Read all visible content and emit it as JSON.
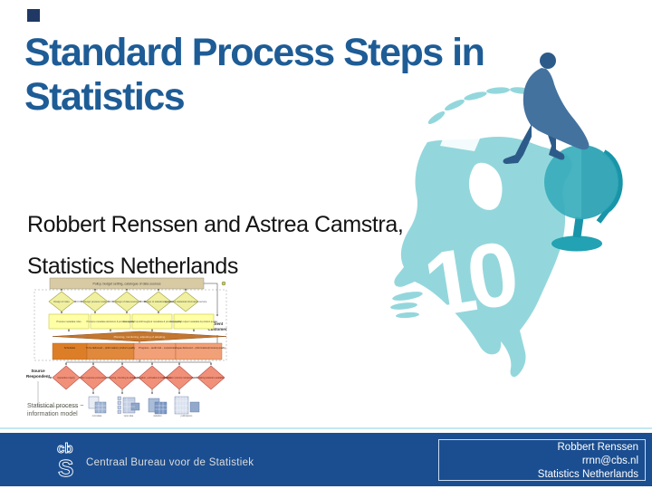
{
  "slide": {
    "title_line1": "Standard Process Steps in",
    "title_line2": "Statistics",
    "authors_line1": "Robbert Renssen and Astrea Camstra,",
    "authors_line2": "Statistics Netherlands",
    "slide_number": "10"
  },
  "flowchart": {
    "top_bar": "Policy, budget setting, catalogue of data sources",
    "client_label_1": "Client",
    "client_label_2": "Customer",
    "source_label_1": "Source",
    "source_label_2": "Respondent",
    "caption_line1": "Statistical process ~",
    "caption_line2": "information model",
    "design_diamonds": [
      "Design of rules",
      "Design process model",
      "Design of data sources",
      "Design of statistical product",
      "Agreement statistical information service"
    ],
    "metadata_boxes": [
      "Process metadata rules",
      "Process metadata decisions & process quality",
      "Conceptual input/throughput metadata & process quality",
      "Conceptual output metadata & product quality"
    ],
    "lens": "Planning, monitoring, adjusting of adapting",
    "bar_segments": [
      "Schedules",
      "To be delivered – (information) product quality",
      "Progress – audit trail – copies",
      "Catalogue delivered – (information/process) quality"
    ],
    "process_diamonds": [
      "Interactive inquiry",
      "After response processing",
      "Sorting, checking & editing",
      "Aggregation, estimation & integration",
      "Publication (micro) manipulation",
      "Making statistics available"
    ],
    "artifact_captions": [
      "microdata",
      "input data",
      "statistics",
      "publications"
    ]
  },
  "footer": {
    "logo_top": "cb",
    "logo_bottom": "S",
    "org_name": "Centraal Bureau voor de Statistiek",
    "contact_name": "Robbert Renssen",
    "contact_email": "rrnn@cbs.nl",
    "contact_org": "Statistics Netherlands"
  },
  "colors": {
    "title_blue": "#1E5C96",
    "footer_blue": "#1B4E90",
    "accent_square_navy": "#1F3864",
    "map_teal": "#93D7DC",
    "globe_teal": "#38ACBC",
    "figure_blue": "#44729F",
    "slide_number_white": "#FFFFFF"
  }
}
